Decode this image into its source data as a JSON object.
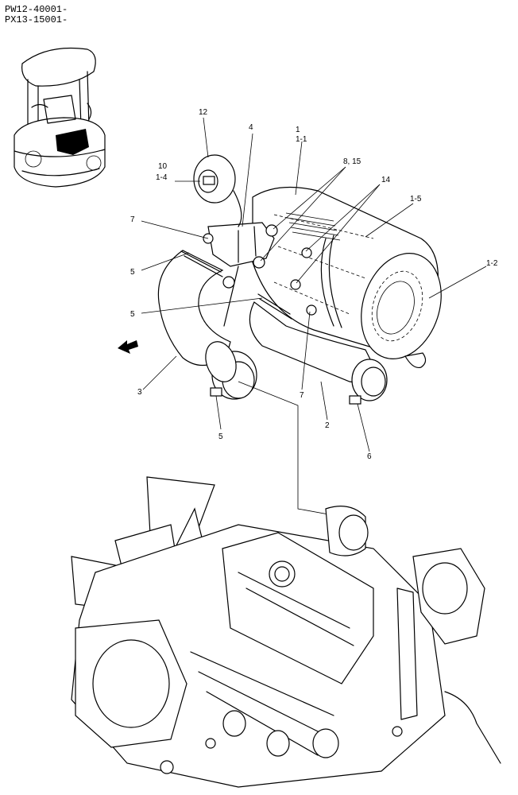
{
  "header": {
    "line1": "PW12-40001-",
    "line2": "PX13-15001-"
  },
  "callouts": [
    {
      "id": "c12",
      "text": "12"
    },
    {
      "id": "c4",
      "text": "4"
    },
    {
      "id": "c1",
      "text": "1"
    },
    {
      "id": "c1-1",
      "text": "1-1"
    },
    {
      "id": "c10",
      "text": "10"
    },
    {
      "id": "c1-4",
      "text": "1-4"
    },
    {
      "id": "c8-15",
      "text": "8, 15"
    },
    {
      "id": "c14",
      "text": "14"
    },
    {
      "id": "c1-5",
      "text": "1-5"
    },
    {
      "id": "c7a",
      "text": "7"
    },
    {
      "id": "c5a",
      "text": "5"
    },
    {
      "id": "c1-2",
      "text": "1-2"
    },
    {
      "id": "c5b",
      "text": "5"
    },
    {
      "id": "c3",
      "text": "3"
    },
    {
      "id": "c7b",
      "text": "7"
    },
    {
      "id": "c2",
      "text": "2"
    },
    {
      "id": "c5c",
      "text": "5"
    },
    {
      "id": "c6",
      "text": "6"
    }
  ],
  "icons": {
    "direction_arrow": "front-direction-arrow-icon",
    "machine_thumbnail": "forklift-thumbnail-icon"
  }
}
